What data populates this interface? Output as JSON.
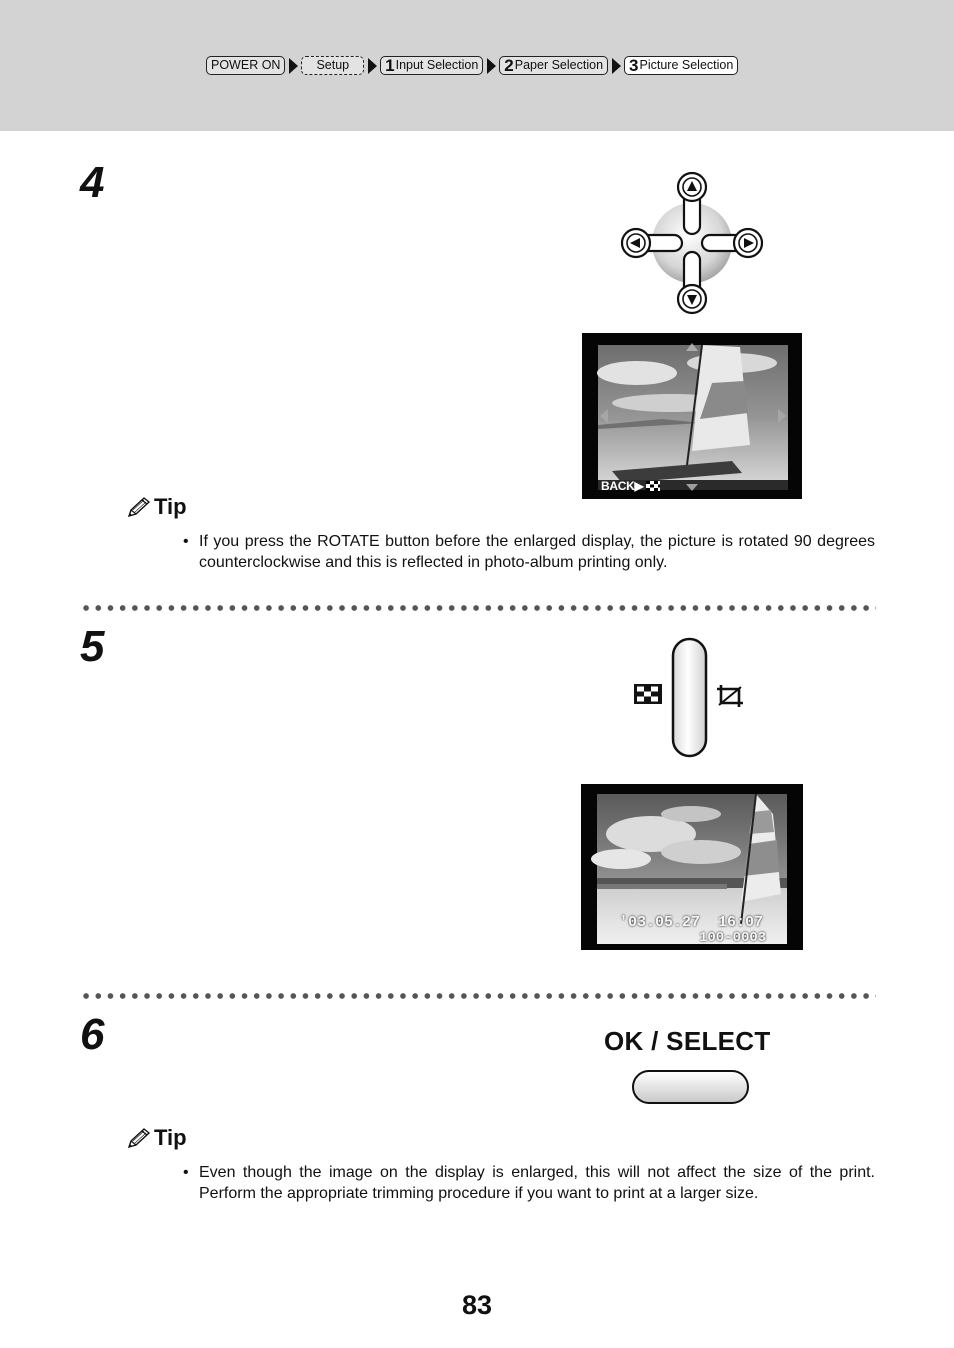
{
  "breadcrumb": {
    "power_on": "POWER ON",
    "setup": "Setup",
    "step1_num": "1",
    "step1_label": "Input Selection",
    "step2_num": "2",
    "step2_label": "Paper Selection",
    "step3_num": "3",
    "step3_label": "Picture Selection"
  },
  "steps": {
    "step4": {
      "number": "4",
      "tip_heading": "Tip",
      "tip_text": "If you press the ROTATE button before the enlarged display, the picture is rotated 90 degrees counterclockwise and this is reflected in photo-album printing only.",
      "screen_overlay": "BACK▶"
    },
    "step5": {
      "number": "5",
      "screen_date": "'03.05.27  16:07",
      "screen_file": "100-0003"
    },
    "step6": {
      "number": "6",
      "button_label": "OK / SELECT",
      "tip_heading": "Tip",
      "tip_text": "Even though the image on the display is enlarged, this will not affect the size of the print. Perform the appropriate trimming procedure if you want to print at a larger size."
    }
  },
  "page_number": "83",
  "icons": {
    "dpad": "four-way-arrow-dpad-icon",
    "zoom_out": "thumbnail-grid-icon",
    "zoom_in": "trim-crop-icon",
    "pencil": "pencil-icon"
  }
}
